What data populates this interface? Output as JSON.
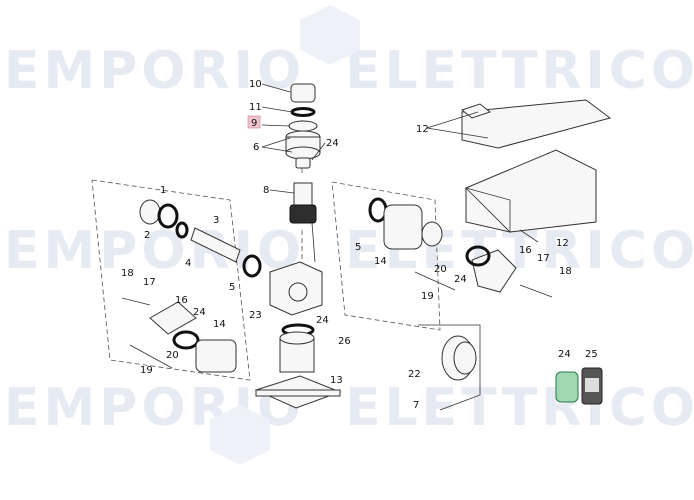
{
  "watermark": {
    "word1": "EMPORIO",
    "word2": "ELETTRICO"
  },
  "highlight_color": "#f3c5cf",
  "callouts": [
    "10",
    "11",
    "9",
    "6",
    "24",
    "8",
    "1",
    "2",
    "3",
    "4",
    "5",
    "12",
    "14",
    "16",
    "17",
    "18",
    "20",
    "19",
    "23",
    "26",
    "13",
    "22",
    "7",
    "25"
  ]
}
